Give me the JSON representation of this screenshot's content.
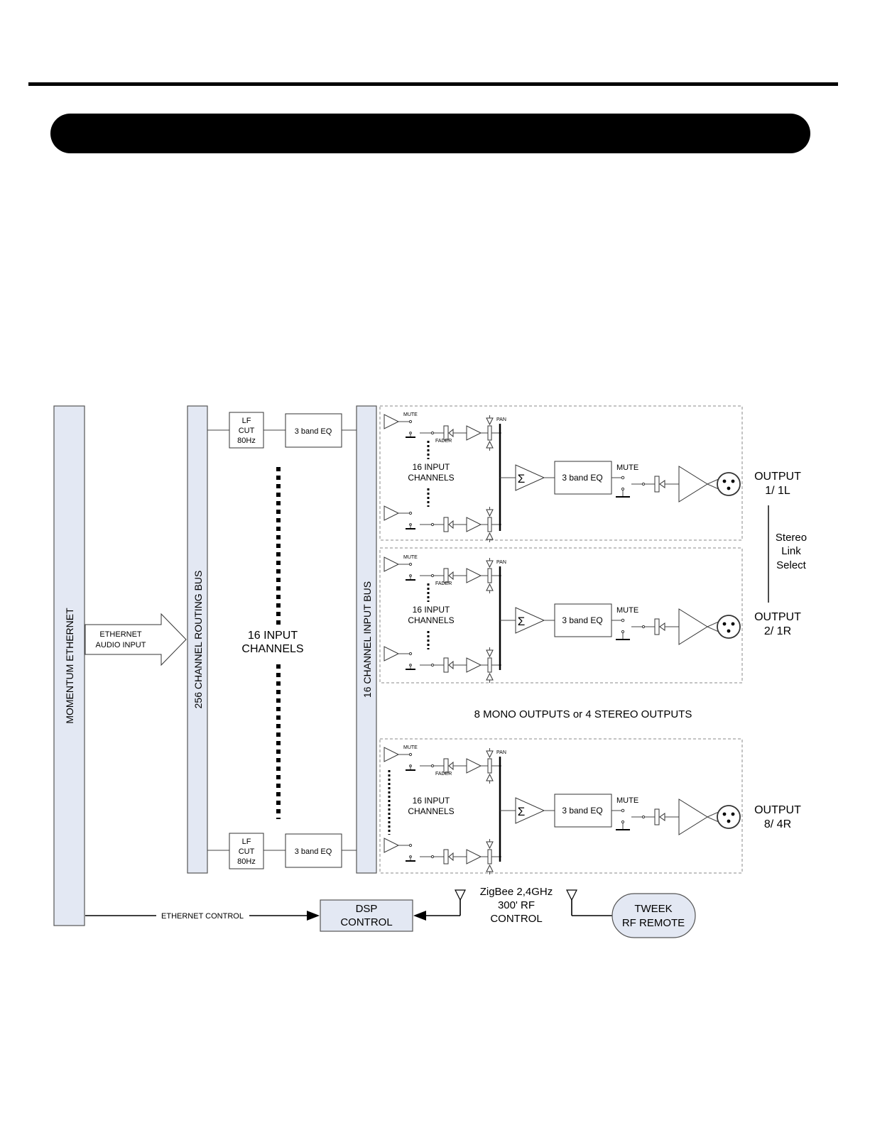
{
  "labels": {
    "momentum_bus": "MOMENTUM ETHERNET",
    "routing_bus": "256 CHANNEL ROUTING BUS",
    "input_bus": "16 CHANNEL INPUT BUS",
    "eth_audio_1": "ETHERNET",
    "eth_audio_2": "AUDIO INPUT",
    "lf_cut_1": "LF",
    "lf_cut_2": "CUT",
    "lf_cut_3": "80Hz",
    "band_eq": "3 band EQ",
    "input_channels_1": "16 INPUT",
    "input_channels_2": "CHANNELS",
    "mute": "MUTE",
    "fader": "FADER",
    "pan": "PAN",
    "sigma": "Σ",
    "mono_stereo": "8 MONO OUTPUTS or 4 STEREO OUTPUTS",
    "stereo_1": "Stereo",
    "stereo_2": "Link",
    "stereo_3": "Select",
    "eth_control": "ETHERNET CONTROL",
    "dsp_1": "DSP",
    "dsp_2": "CONTROL",
    "zigbee_1": "ZigBee 2,4GHz",
    "zigbee_2": "300' RF",
    "zigbee_3": "CONTROL",
    "tweek_1": "TWEEK",
    "tweek_2": "RF REMOTE"
  },
  "outputs": [
    {
      "line1": "OUTPUT",
      "line2": "1/ 1L"
    },
    {
      "line1": "OUTPUT",
      "line2": "2/ 1R"
    },
    {
      "line1": "OUTPUT",
      "line2": "8/ 4R"
    }
  ]
}
